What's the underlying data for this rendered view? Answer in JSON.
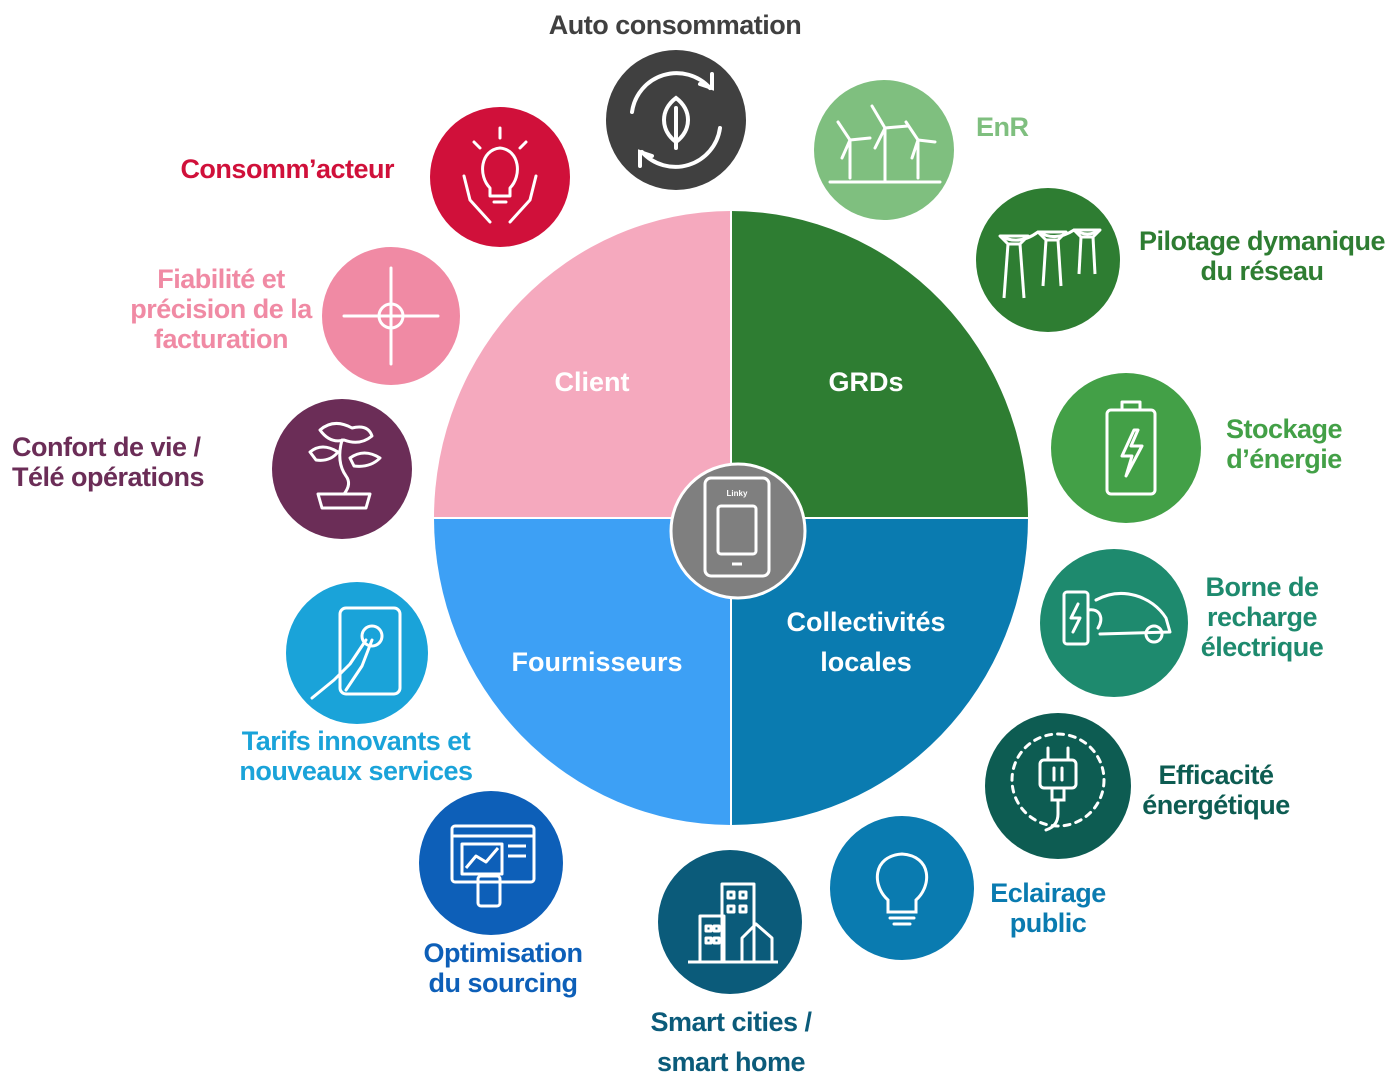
{
  "colors": {
    "client": "#f5a9be",
    "grds": "#2e7d32",
    "fournisseurs": "#3da0f5",
    "collectivites": "#0a7bb0",
    "center": "#7f7f7f"
  },
  "quadrants": {
    "client": "Client",
    "grds": "GRDs",
    "fournisseurs": "Fournisseurs",
    "collectivites_line1": "Collectivités",
    "collectivites_line2": "locales"
  },
  "center_icon": {
    "icon": "linky-meter-icon",
    "brand": "Linky"
  },
  "items": [
    {
      "id": "auto-consommation",
      "lines": [
        "Auto consommation"
      ],
      "color": "#404040",
      "icon": "recycle-leaf-icon"
    },
    {
      "id": "enr",
      "lines": [
        "EnR"
      ],
      "color": "#7fbf7f",
      "icon": "wind-turbines-icon"
    },
    {
      "id": "pilotage",
      "lines": [
        "Pilotage dymanique",
        "du réseau"
      ],
      "color": "#2e7d32",
      "icon": "power-pylons-icon"
    },
    {
      "id": "stockage",
      "lines": [
        "Stockage",
        "d’énergie"
      ],
      "color": "#43a047",
      "icon": "battery-icon"
    },
    {
      "id": "borne",
      "lines": [
        "Borne de",
        "recharge",
        "électrique"
      ],
      "color": "#1e8a6e",
      "icon": "ev-charging-icon"
    },
    {
      "id": "efficacite",
      "lines": [
        "Efficacité",
        "énergétique"
      ],
      "color": "#0d5c52",
      "icon": "plug-icon"
    },
    {
      "id": "eclairage",
      "lines": [
        "Eclairage",
        "public"
      ],
      "color": "#0a7bb0",
      "icon": "light-bulb-icon"
    },
    {
      "id": "smart-cities",
      "lines": [
        "Smart cities /",
        "smart home"
      ],
      "color": "#0b5b7a",
      "icon": "buildings-icon"
    },
    {
      "id": "sourcing",
      "lines": [
        "Optimisation",
        "du sourcing"
      ],
      "color": "#0d5fb8",
      "icon": "dashboard-icon"
    },
    {
      "id": "tarifs",
      "lines": [
        "Tarifs innovants et",
        "nouveaux services"
      ],
      "color": "#1aa3d9",
      "icon": "touch-phone-icon"
    },
    {
      "id": "confort",
      "lines": [
        "Confort de vie /",
        "Télé opérations"
      ],
      "color": "#6b2d57",
      "icon": "bonsai-icon"
    },
    {
      "id": "fiabilite",
      "lines": [
        "Fiabilité et",
        "précision de la",
        "facturation"
      ],
      "color": "#f08aa4",
      "icon": "crosshair-icon"
    },
    {
      "id": "consommacteur",
      "lines": [
        "Consomm’acteur"
      ],
      "color": "#d0103a",
      "icon": "hands-bulb-icon"
    }
  ]
}
